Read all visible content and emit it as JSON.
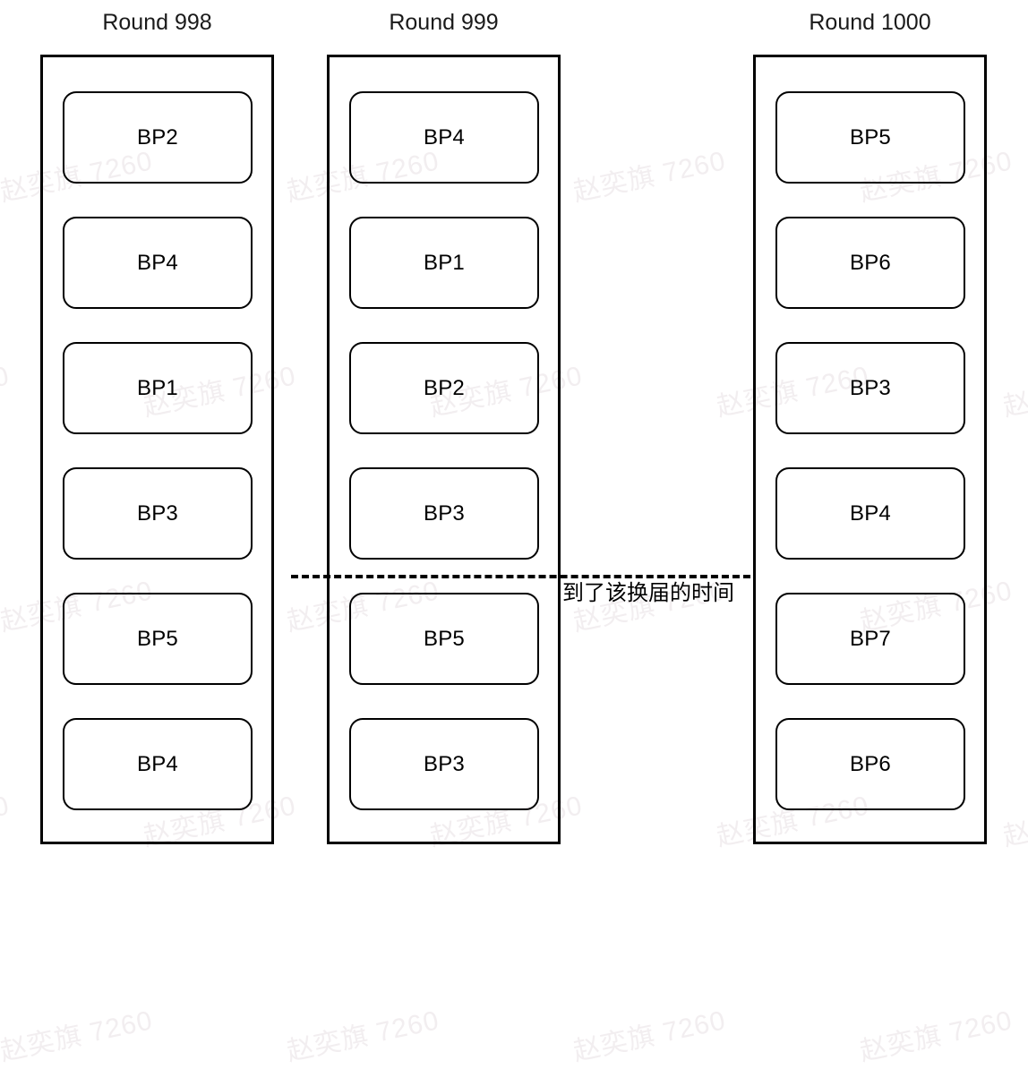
{
  "diagram": {
    "title_absent": true,
    "watermark": {
      "text": "赵奕旗 7260",
      "color": "#f2eef0"
    },
    "divider": {
      "label": "到了该换届的时间",
      "style": "dashed",
      "color": "#000000"
    },
    "columns": [
      {
        "header": "Round 998",
        "items": [
          {
            "label": "BP2"
          },
          {
            "label": "BP4"
          },
          {
            "label": "BP1"
          },
          {
            "label": "BP3"
          },
          {
            "label": "BP5"
          },
          {
            "label": "BP4"
          }
        ]
      },
      {
        "header": "Round 999",
        "items": [
          {
            "label": "BP4"
          },
          {
            "label": "BP1"
          },
          {
            "label": "BP2"
          },
          {
            "label": "BP3"
          },
          {
            "label": "BP5"
          },
          {
            "label": "BP3"
          }
        ]
      },
      {
        "header": "Round 1000",
        "items": [
          {
            "label": "BP5"
          },
          {
            "label": "BP6"
          },
          {
            "label": "BP3"
          },
          {
            "label": "BP4"
          },
          {
            "label": "BP7"
          },
          {
            "label": "BP6"
          }
        ]
      }
    ]
  }
}
